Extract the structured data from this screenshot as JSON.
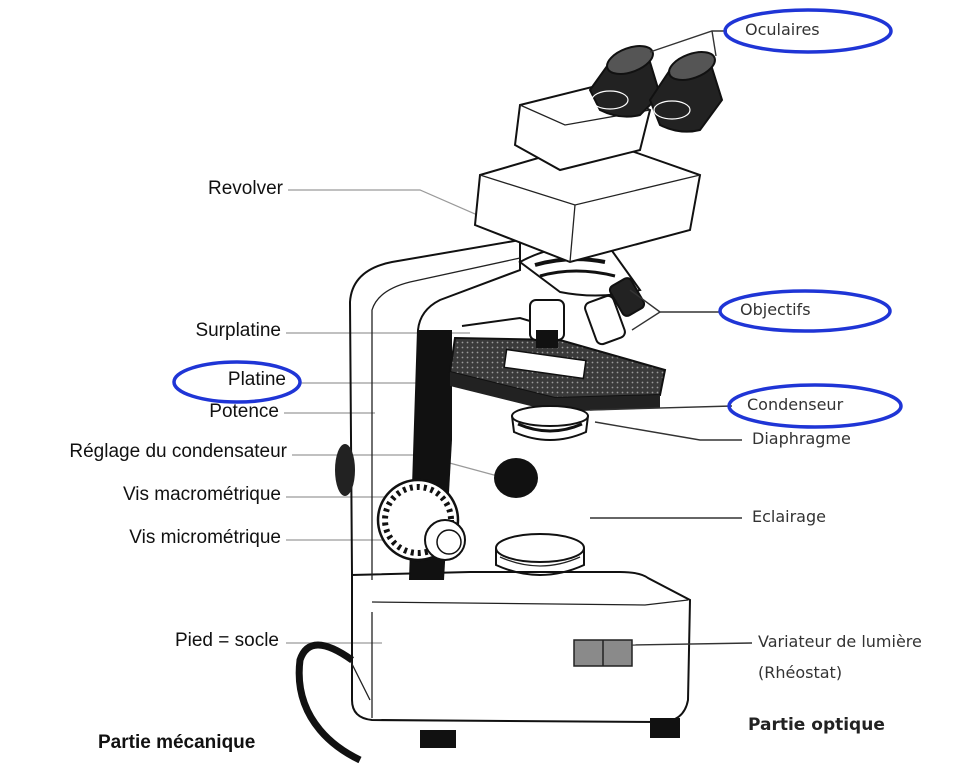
{
  "labels_left": {
    "revolver": "Revolver",
    "surplatine": "Surplatine",
    "platine": "Platine",
    "potence": "Potence",
    "reglage": "Réglage du condensateur",
    "macro": "Vis macrométrique",
    "micro": "Vis micrométrique",
    "pied": "Pied = socle"
  },
  "labels_right": {
    "oculaires": "Oculaires",
    "objectifs": "Objectifs",
    "condenseur": "Condenseur",
    "diaphragme": "Diaphragme",
    "eclairage": "Eclairage",
    "variateur_line1": "Variateur de lumière",
    "variateur_line2": "(Rhéostat)"
  },
  "footer": {
    "left": "Partie mécanique",
    "right": "Partie optique"
  },
  "colors": {
    "highlight": "#1f35d6",
    "ink": "#111111",
    "stage_gray": "#555555"
  }
}
